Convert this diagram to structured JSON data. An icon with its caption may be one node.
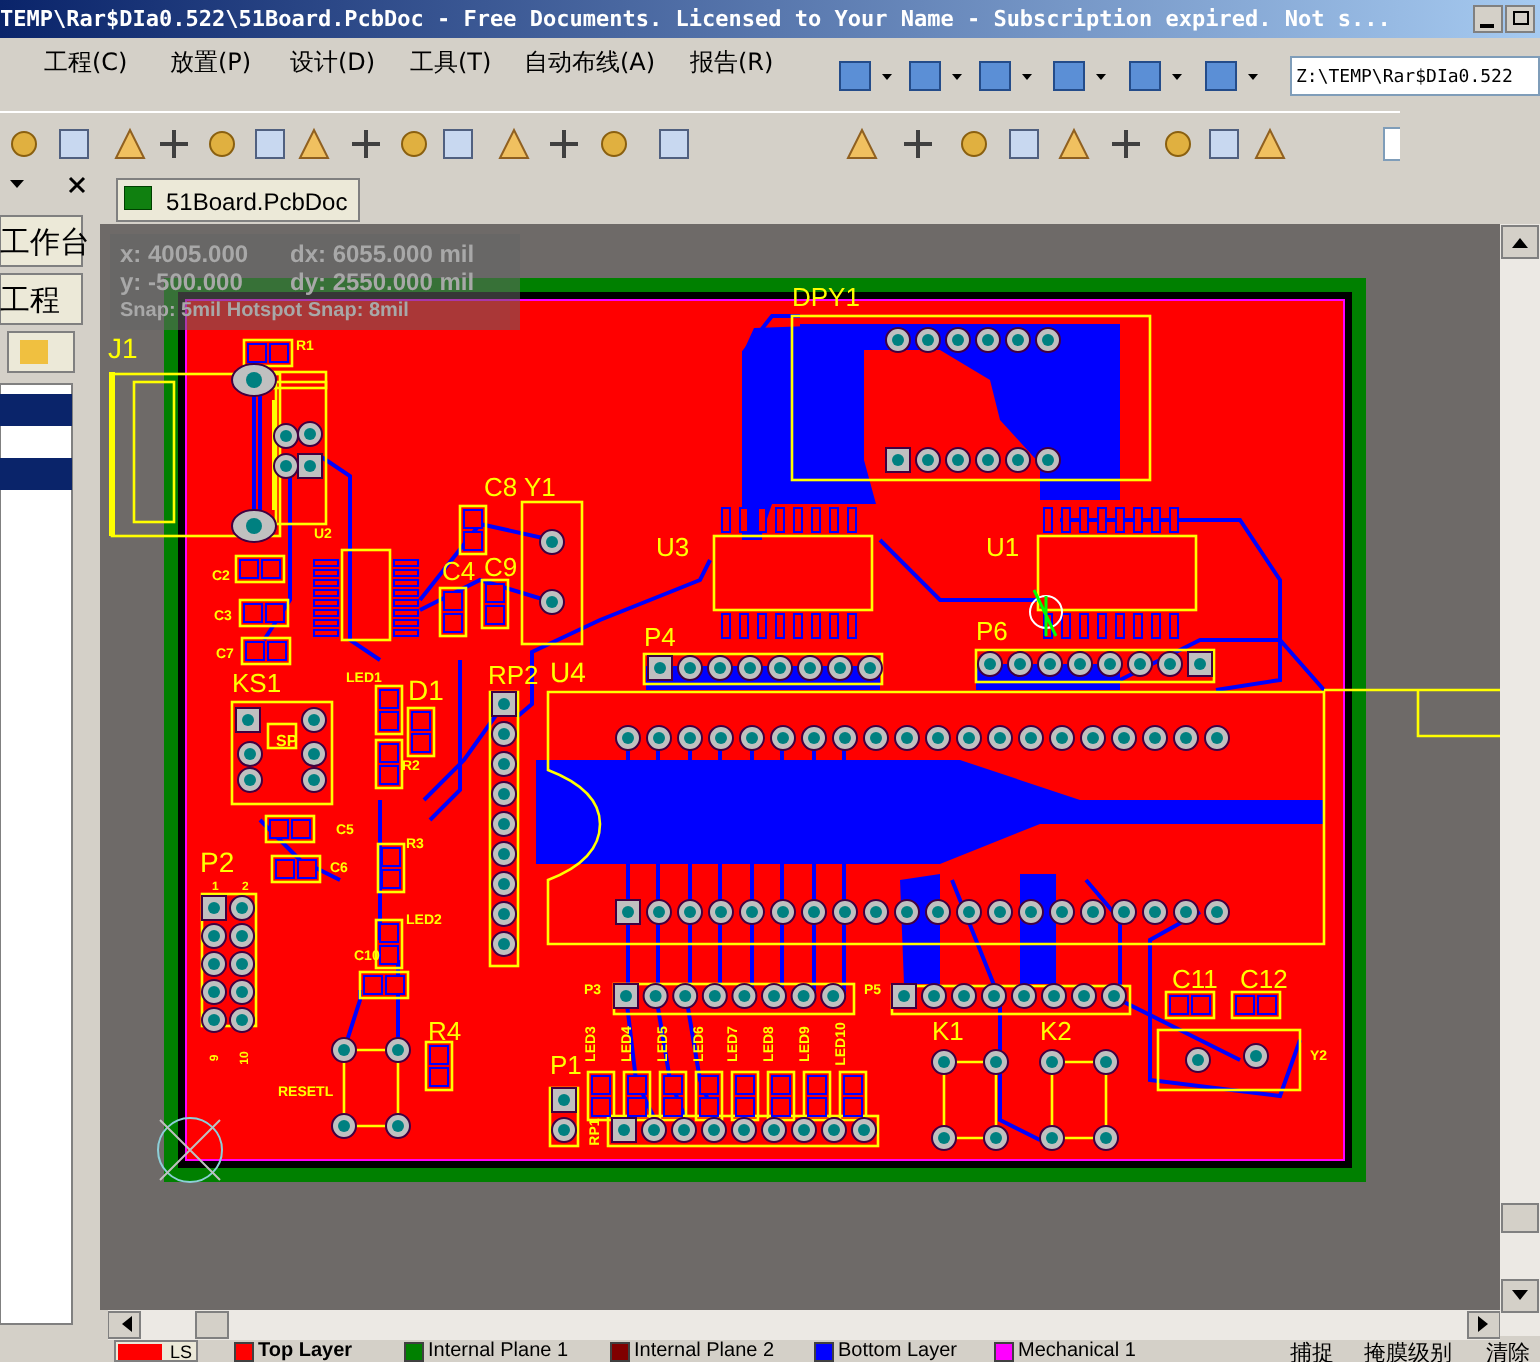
{
  "diagram": {
    "labels": [
      "TEMP\\Rar$DIa0.522\\51Board.PcbDoc - Free Documents. Licensed to Your Name - Subscription expired. Not s...",
      "工程(C)",
      "放置(P)",
      "设计(D)",
      "工具(T)",
      "自动布线(A)",
      "报告(R)",
      "Z:\\TEMP\\Rar$DIa0.522",
      "51Board.PcbDoc",
      "工作台",
      "工程",
      "x: 4005.000",
      "dx: 6055.000 mil",
      "y: -500.000",
      "dy: 2550.000 mil",
      "Snap: 5mil Hotspot Snap: 8mil",
      "J1",
      "R1",
      "DPY1",
      "U2",
      "C8",
      "Y1",
      "C4",
      "C9",
      "U3",
      "U1",
      "C2",
      "C3",
      "P4",
      "P6",
      "C7",
      "KS1",
      "LED1",
      "D1",
      "RP2",
      "U4",
      "SP",
      "R2",
      "C5",
      "C6",
      "R3",
      "P2",
      "1",
      "2",
      "LED2",
      "C10",
      "P3",
      "P5",
      "C11",
      "C12",
      "9",
      "10",
      "R4",
      "LED3",
      "LED4",
      "LED5",
      "LED6",
      "LED7",
      "LED8",
      "LED9",
      "LED10",
      "K1",
      "K2",
      "P1",
      "Y2",
      "RESETL",
      "RP1",
      "LS",
      "捕捉",
      "掩膜级别",
      "清除"
    ],
    "legend": [
      {
        "text": "Top Layer",
        "color": "#ff0000"
      },
      {
        "text": "Internal Plane 1",
        "color": "#008000"
      },
      {
        "text": "Internal Plane 2",
        "color": "#800000"
      },
      {
        "text": "Bottom Layer",
        "color": "#0000ff"
      },
      {
        "text": "Mechanical 1",
        "color": "#ff00ff"
      }
    ]
  }
}
